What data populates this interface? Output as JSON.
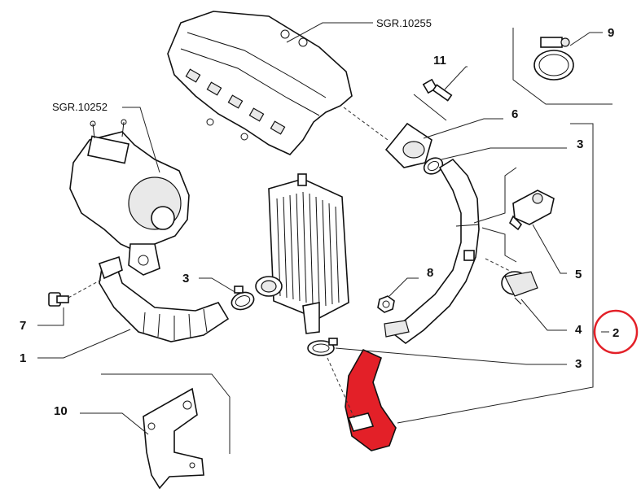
{
  "labels": {
    "sgr_manifold": "SGR.10255",
    "sgr_turbo": "SGR.10252",
    "p1": "1",
    "p2": "2",
    "p3a": "3",
    "p3b": "3",
    "p3c": "3",
    "p4": "4",
    "p5": "5",
    "p6": "6",
    "p7": "7",
    "p8": "8",
    "p9": "9",
    "p10": "10",
    "p11": "11"
  },
  "colors": {
    "highlight": "#e32028",
    "line": "#222222"
  }
}
